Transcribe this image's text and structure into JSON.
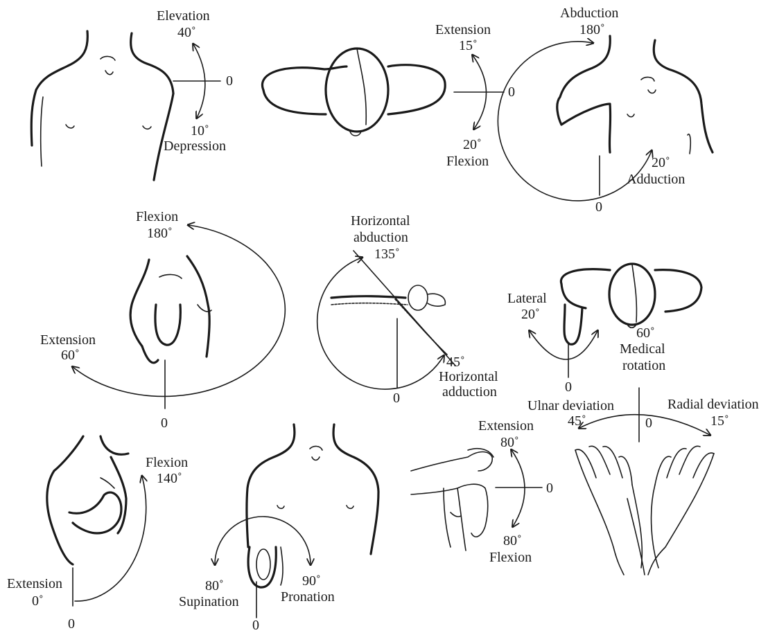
{
  "figures": {
    "shoulder_elevation": {
      "top_name": "Elevation",
      "top_deg": "40˚",
      "bottom_deg": "10˚",
      "bottom_name": "Depression",
      "zero": "0"
    },
    "shoulder_flex_ext": {
      "top_name": "Extension",
      "top_deg": "15˚",
      "bottom_deg": "20˚",
      "bottom_name": "Flexion",
      "zero": "0"
    },
    "shoulder_abduction": {
      "top_name": "Abduction",
      "top_deg": "180˚",
      "bottom_deg": "20˚",
      "bottom_name": "Adduction",
      "zero": "0"
    },
    "arm_flexion": {
      "top_name": "Flexion",
      "top_deg": "180˚",
      "left_name": "Extension",
      "left_deg": "60˚",
      "zero": "0"
    },
    "horizontal": {
      "top_line1": "Horizontal",
      "top_line2": "abduction",
      "top_deg": "135˚",
      "bottom_deg": "45˚",
      "bottom_line1": "Horizontal",
      "bottom_line2": "adduction",
      "zero": "0"
    },
    "rotation": {
      "left_name": "Lateral",
      "left_deg": "20˚",
      "right_deg": "60˚",
      "right_line1": "Medical",
      "right_line2": "rotation",
      "zero": "0"
    },
    "wrist_deviation": {
      "left_name": "Ulnar deviation",
      "left_deg": "45˚",
      "zero": "0",
      "right_name": "Radial deviation",
      "right_deg": "15˚"
    },
    "elbow": {
      "top_name": "Flexion",
      "top_deg": "140˚",
      "left_name": "Extension",
      "left_deg": "0˚",
      "zero": "0"
    },
    "forearm": {
      "left_deg": "80˚",
      "left_name": "Supination",
      "right_deg": "90˚",
      "right_name": "Pronation",
      "zero": "0"
    },
    "wrist_flex_ext": {
      "top_name": "Extension",
      "top_deg": "80˚",
      "bottom_deg": "80˚",
      "bottom_name": "Flexion",
      "zero": "0"
    }
  }
}
